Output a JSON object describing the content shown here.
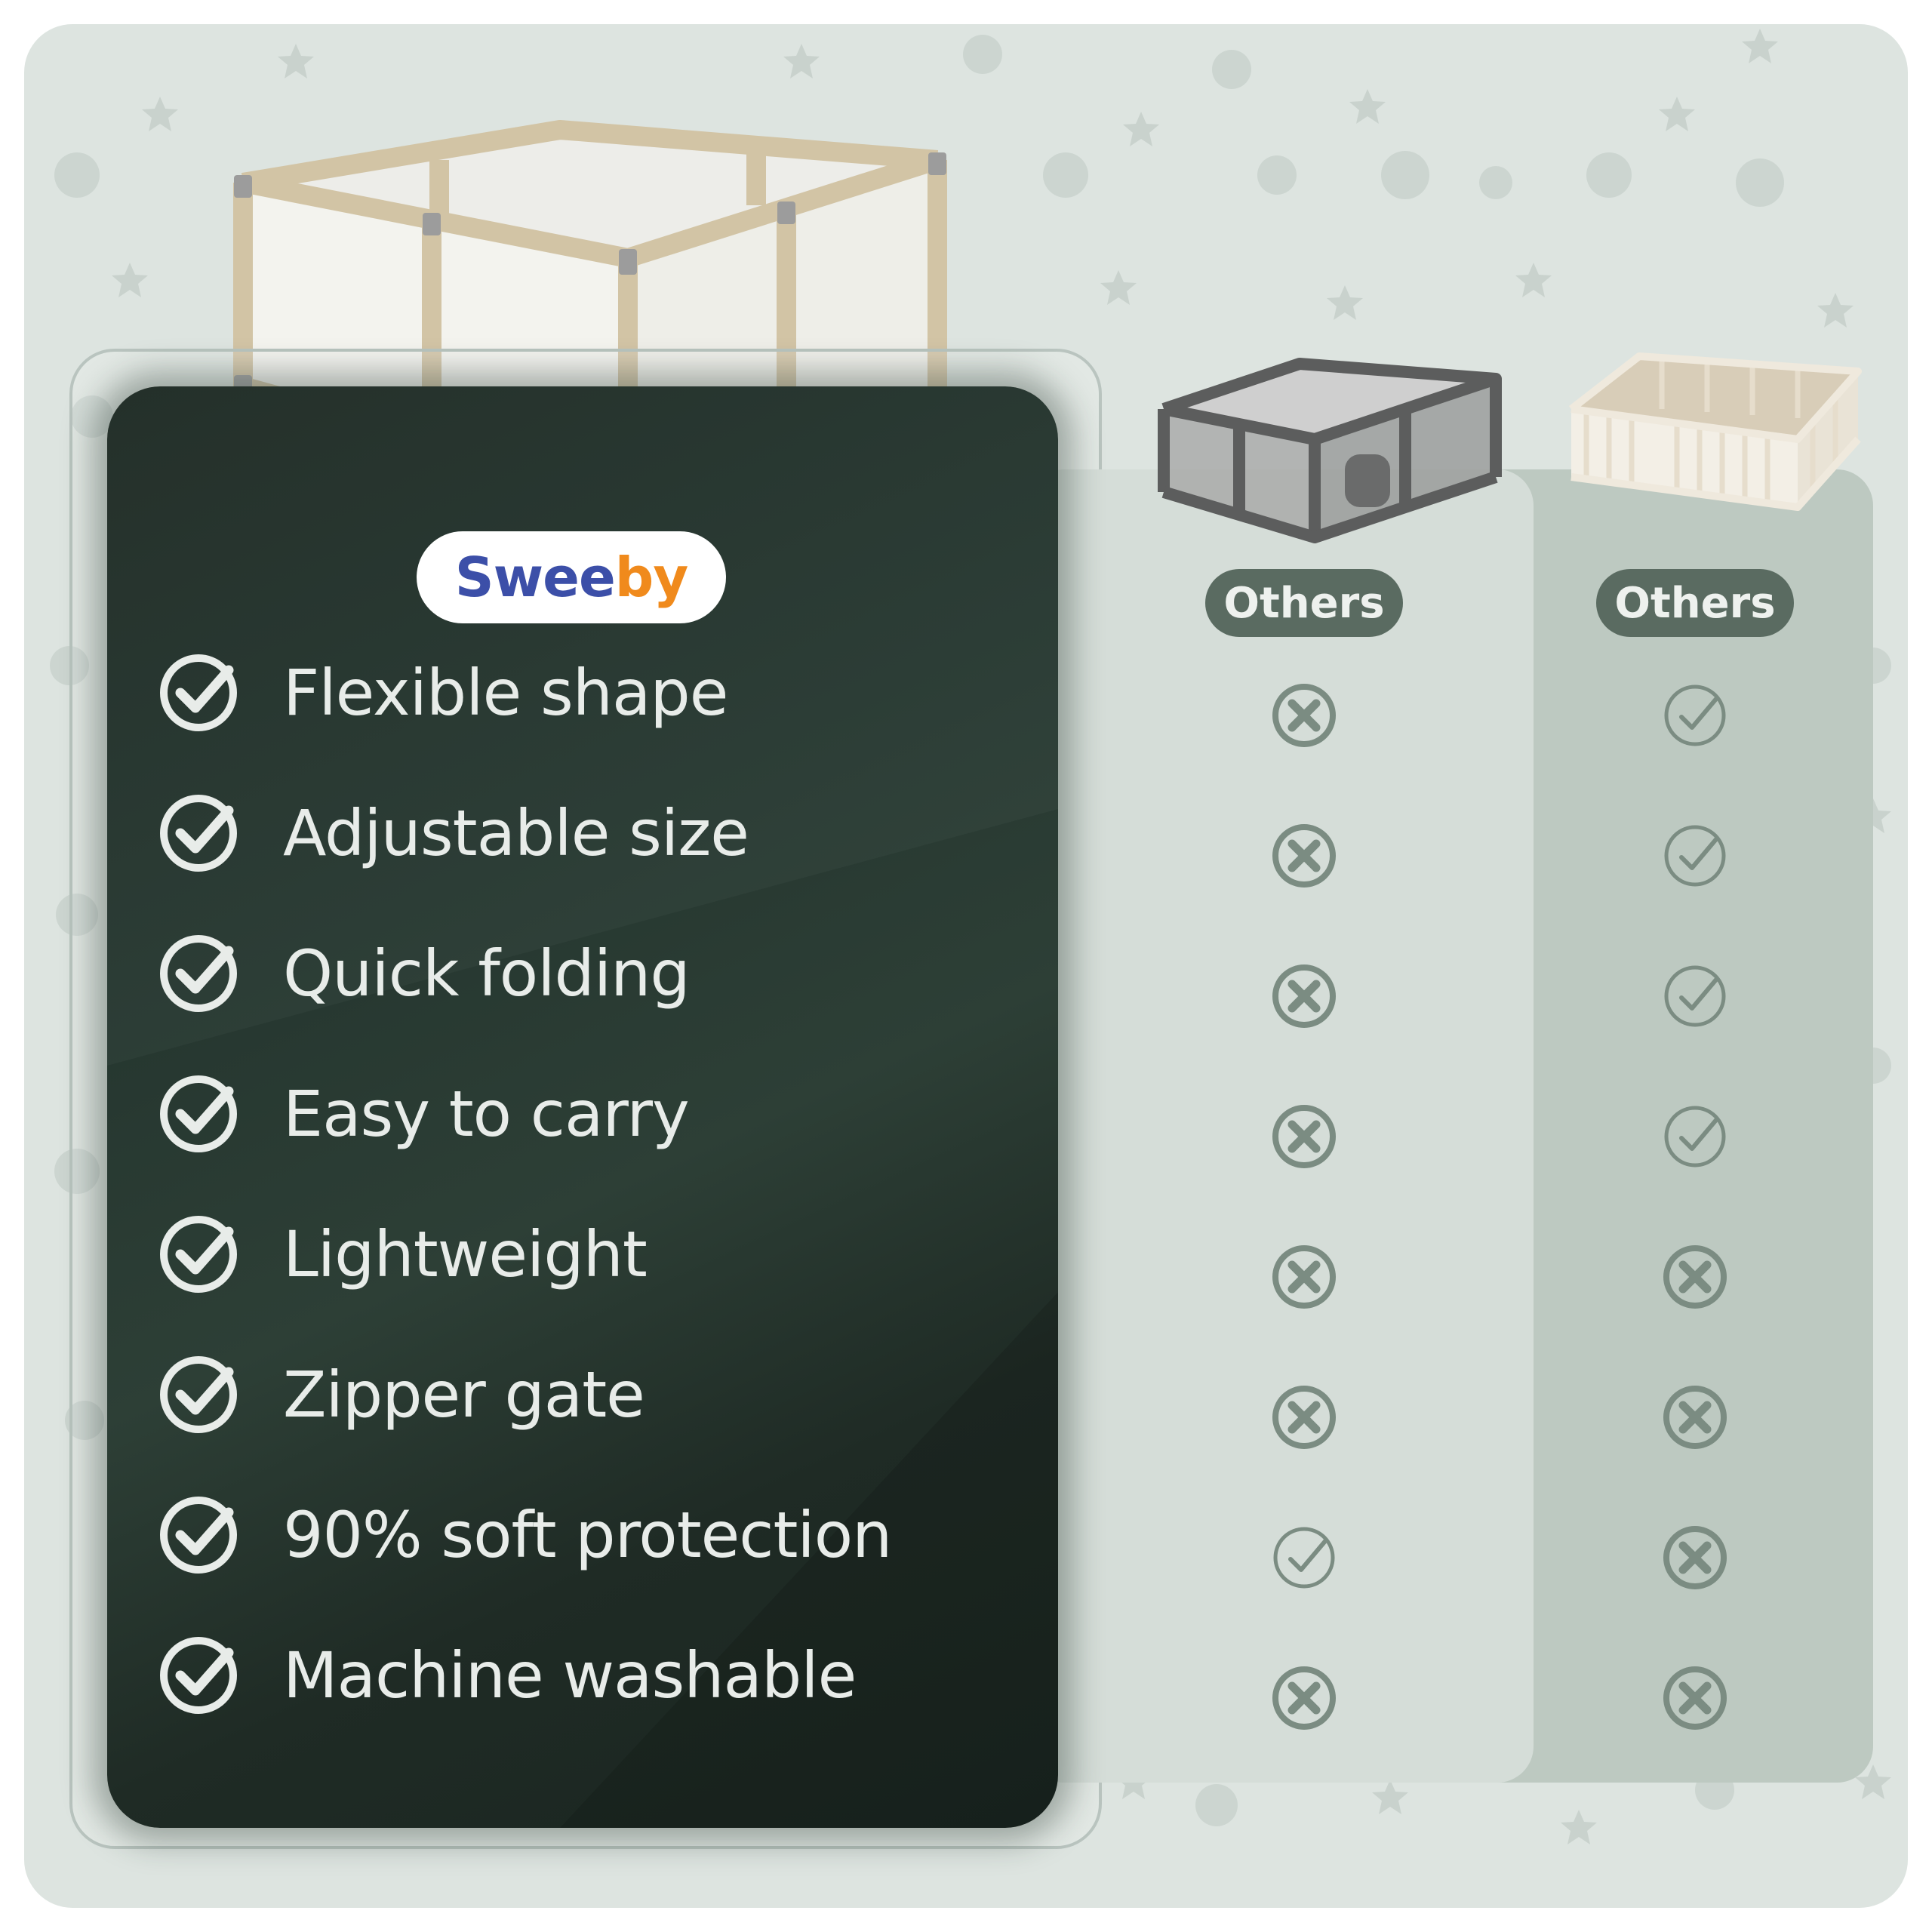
{
  "brand": {
    "part1": "Swee",
    "part2": "by"
  },
  "features": [
    {
      "label": "Flexible shape"
    },
    {
      "label": "Adjustable size"
    },
    {
      "label": "Quick folding"
    },
    {
      "label": "Easy to carry"
    },
    {
      "label": "Lightweight"
    },
    {
      "label": "Zipper gate"
    },
    {
      "label": "90% soft protection"
    },
    {
      "label": "Machine washable"
    }
  ],
  "competitors": [
    {
      "label": "Others",
      "results": [
        "cross",
        "cross",
        "cross",
        "cross",
        "cross",
        "cross",
        "check",
        "cross"
      ]
    },
    {
      "label": "Others",
      "results": [
        "check",
        "check",
        "check",
        "check",
        "cross",
        "cross",
        "cross",
        "cross"
      ]
    }
  ],
  "colors": {
    "background": "#dde4e0",
    "main_panel": "#26352e",
    "brand_blue": "#3c4fa8",
    "brand_orange": "#f08a1c",
    "badge": "#5a6b61",
    "mark": "#7b8c82",
    "feature_check": "#e8ece9"
  },
  "icons": {
    "feature_mark": "check-circle-icon",
    "competitor_yes": "check-circle-icon",
    "competitor_no": "x-circle-icon"
  }
}
